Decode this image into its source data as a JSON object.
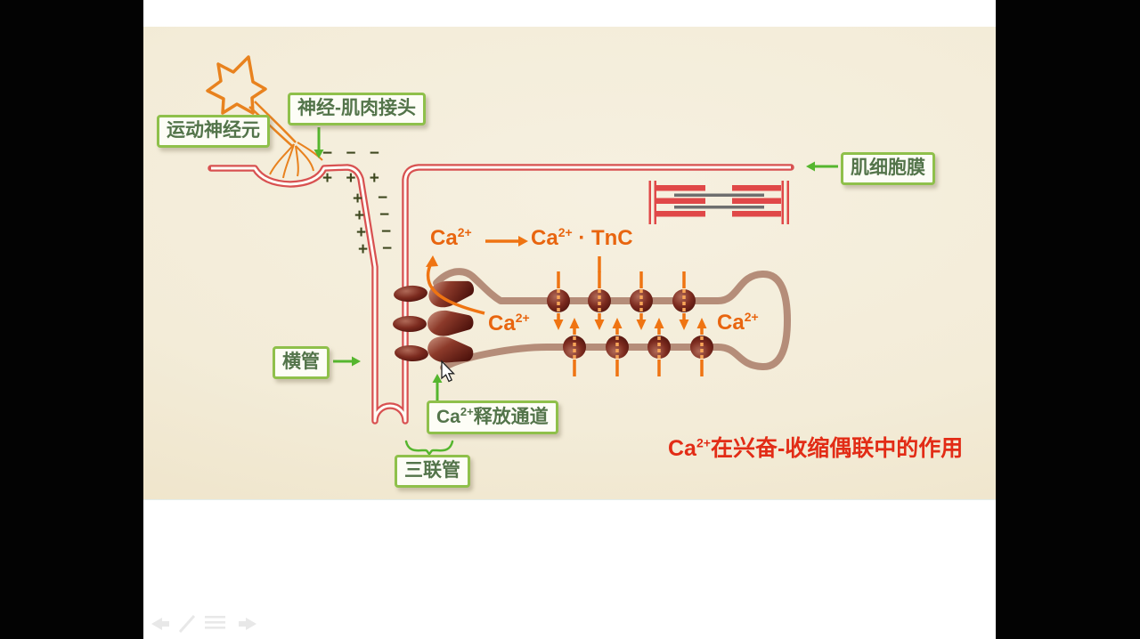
{
  "slide": {
    "labels": {
      "motor_neuron": "运动神经元",
      "neuromuscular_junction": "神经-肌肉接头",
      "muscle_cell_membrane": "肌细胞膜",
      "transverse_tubule": "横管",
      "release_channel_text": "释放通道",
      "triad": "三联管"
    },
    "chem": {
      "ca": "Ca",
      "sup": "2+",
      "bond_tnc": " · TnC"
    },
    "title": {
      "ca": "Ca",
      "sup": "2+",
      "rest": "在兴奋-收缩偶联中的作用"
    },
    "signs": {
      "minus_row": "− − −",
      "plus_row": "+ + +",
      "plus_col": [
        "+",
        "+",
        "+",
        "+"
      ],
      "minus_col": [
        "−",
        "−",
        "−",
        "−"
      ]
    },
    "colors": {
      "label_border": "#8fc04b",
      "label_text": "#53744a",
      "green_arrow": "#55b62e",
      "orange": "#e8650f",
      "title_red": "#e22c16",
      "membrane_red": "#d85151",
      "sr_tan": "#b58d79",
      "slide_bg": "#f3ecd8"
    }
  },
  "toolbar": {
    "icons": [
      {
        "name": "undo-arrow"
      },
      {
        "name": "pencil"
      },
      {
        "name": "menu-lines"
      },
      {
        "name": "forward-arrow"
      }
    ]
  }
}
